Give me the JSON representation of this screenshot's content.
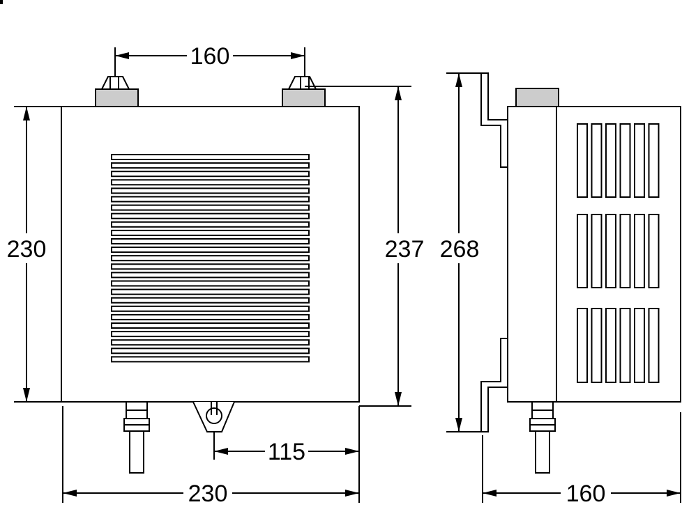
{
  "dimensions": {
    "front_width": "230",
    "front_height": "230",
    "front_total_height": "237",
    "top_connector_spacing": "160",
    "bottom_offset": "115",
    "side_height": "268",
    "side_depth": "160"
  },
  "colors": {
    "line": "#000000",
    "connector_fill": "#cccccc",
    "background": "#ffffff"
  }
}
